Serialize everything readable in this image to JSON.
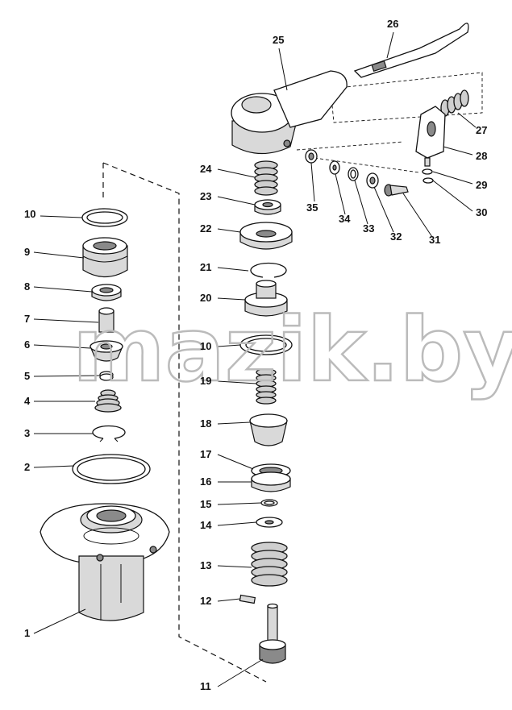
{
  "watermark": "mazik.by",
  "callouts": [
    {
      "id": "c1",
      "text": "1"
    },
    {
      "id": "c2",
      "text": "2"
    },
    {
      "id": "c3",
      "text": "3"
    },
    {
      "id": "c4",
      "text": "4"
    },
    {
      "id": "c5",
      "text": "5"
    },
    {
      "id": "c6",
      "text": "6"
    },
    {
      "id": "c7",
      "text": "7"
    },
    {
      "id": "c8",
      "text": "8"
    },
    {
      "id": "c9",
      "text": "9"
    },
    {
      "id": "c10a",
      "text": "10"
    },
    {
      "id": "c10b",
      "text": "10"
    },
    {
      "id": "c11",
      "text": "11"
    },
    {
      "id": "c12",
      "text": "12"
    },
    {
      "id": "c13",
      "text": "13"
    },
    {
      "id": "c14",
      "text": "14"
    },
    {
      "id": "c15",
      "text": "15"
    },
    {
      "id": "c16",
      "text": "16"
    },
    {
      "id": "c17",
      "text": "17"
    },
    {
      "id": "c18",
      "text": "18"
    },
    {
      "id": "c19",
      "text": "19"
    },
    {
      "id": "c20",
      "text": "20"
    },
    {
      "id": "c21",
      "text": "21"
    },
    {
      "id": "c22",
      "text": "22"
    },
    {
      "id": "c23",
      "text": "23"
    },
    {
      "id": "c24",
      "text": "24"
    },
    {
      "id": "c25",
      "text": "25"
    },
    {
      "id": "c26",
      "text": "26"
    },
    {
      "id": "c27",
      "text": "27"
    },
    {
      "id": "c28",
      "text": "28"
    },
    {
      "id": "c29",
      "text": "29"
    },
    {
      "id": "c30",
      "text": "30"
    },
    {
      "id": "c31",
      "text": "31"
    },
    {
      "id": "c32",
      "text": "32"
    },
    {
      "id": "c33",
      "text": "33"
    },
    {
      "id": "c34",
      "text": "34"
    },
    {
      "id": "c35",
      "text": "35"
    }
  ]
}
